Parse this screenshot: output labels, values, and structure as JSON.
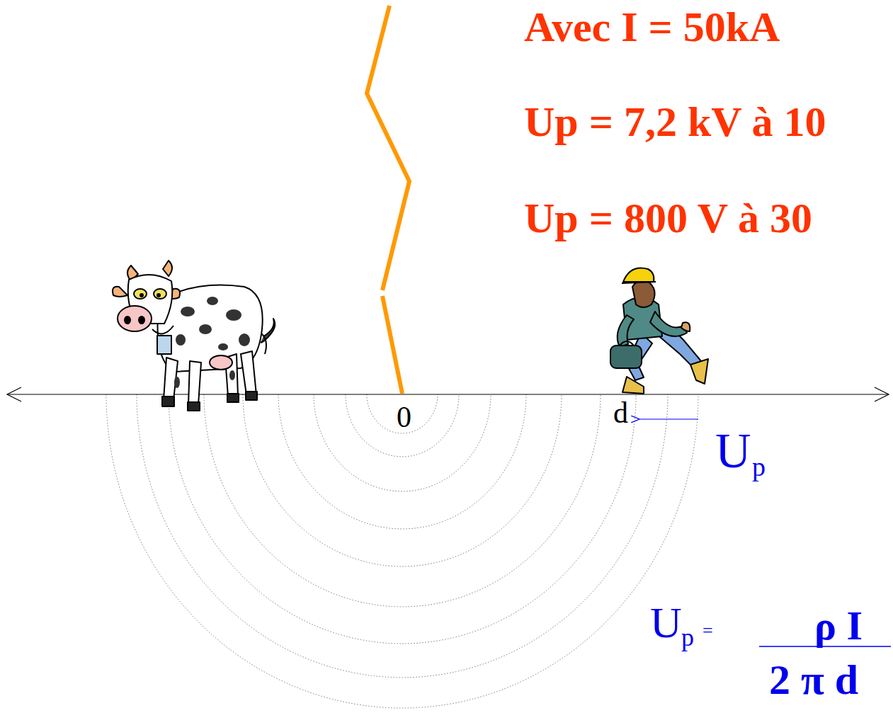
{
  "diagram": {
    "labels": [
      "Avec I = 50kA",
      "Up = 7,2 kV à 10",
      "Up = 800 V à 30",
      "0",
      "d",
      "U",
      "p",
      "U",
      "p",
      "=",
      "ρ I",
      "2 π d"
    ]
  }
}
